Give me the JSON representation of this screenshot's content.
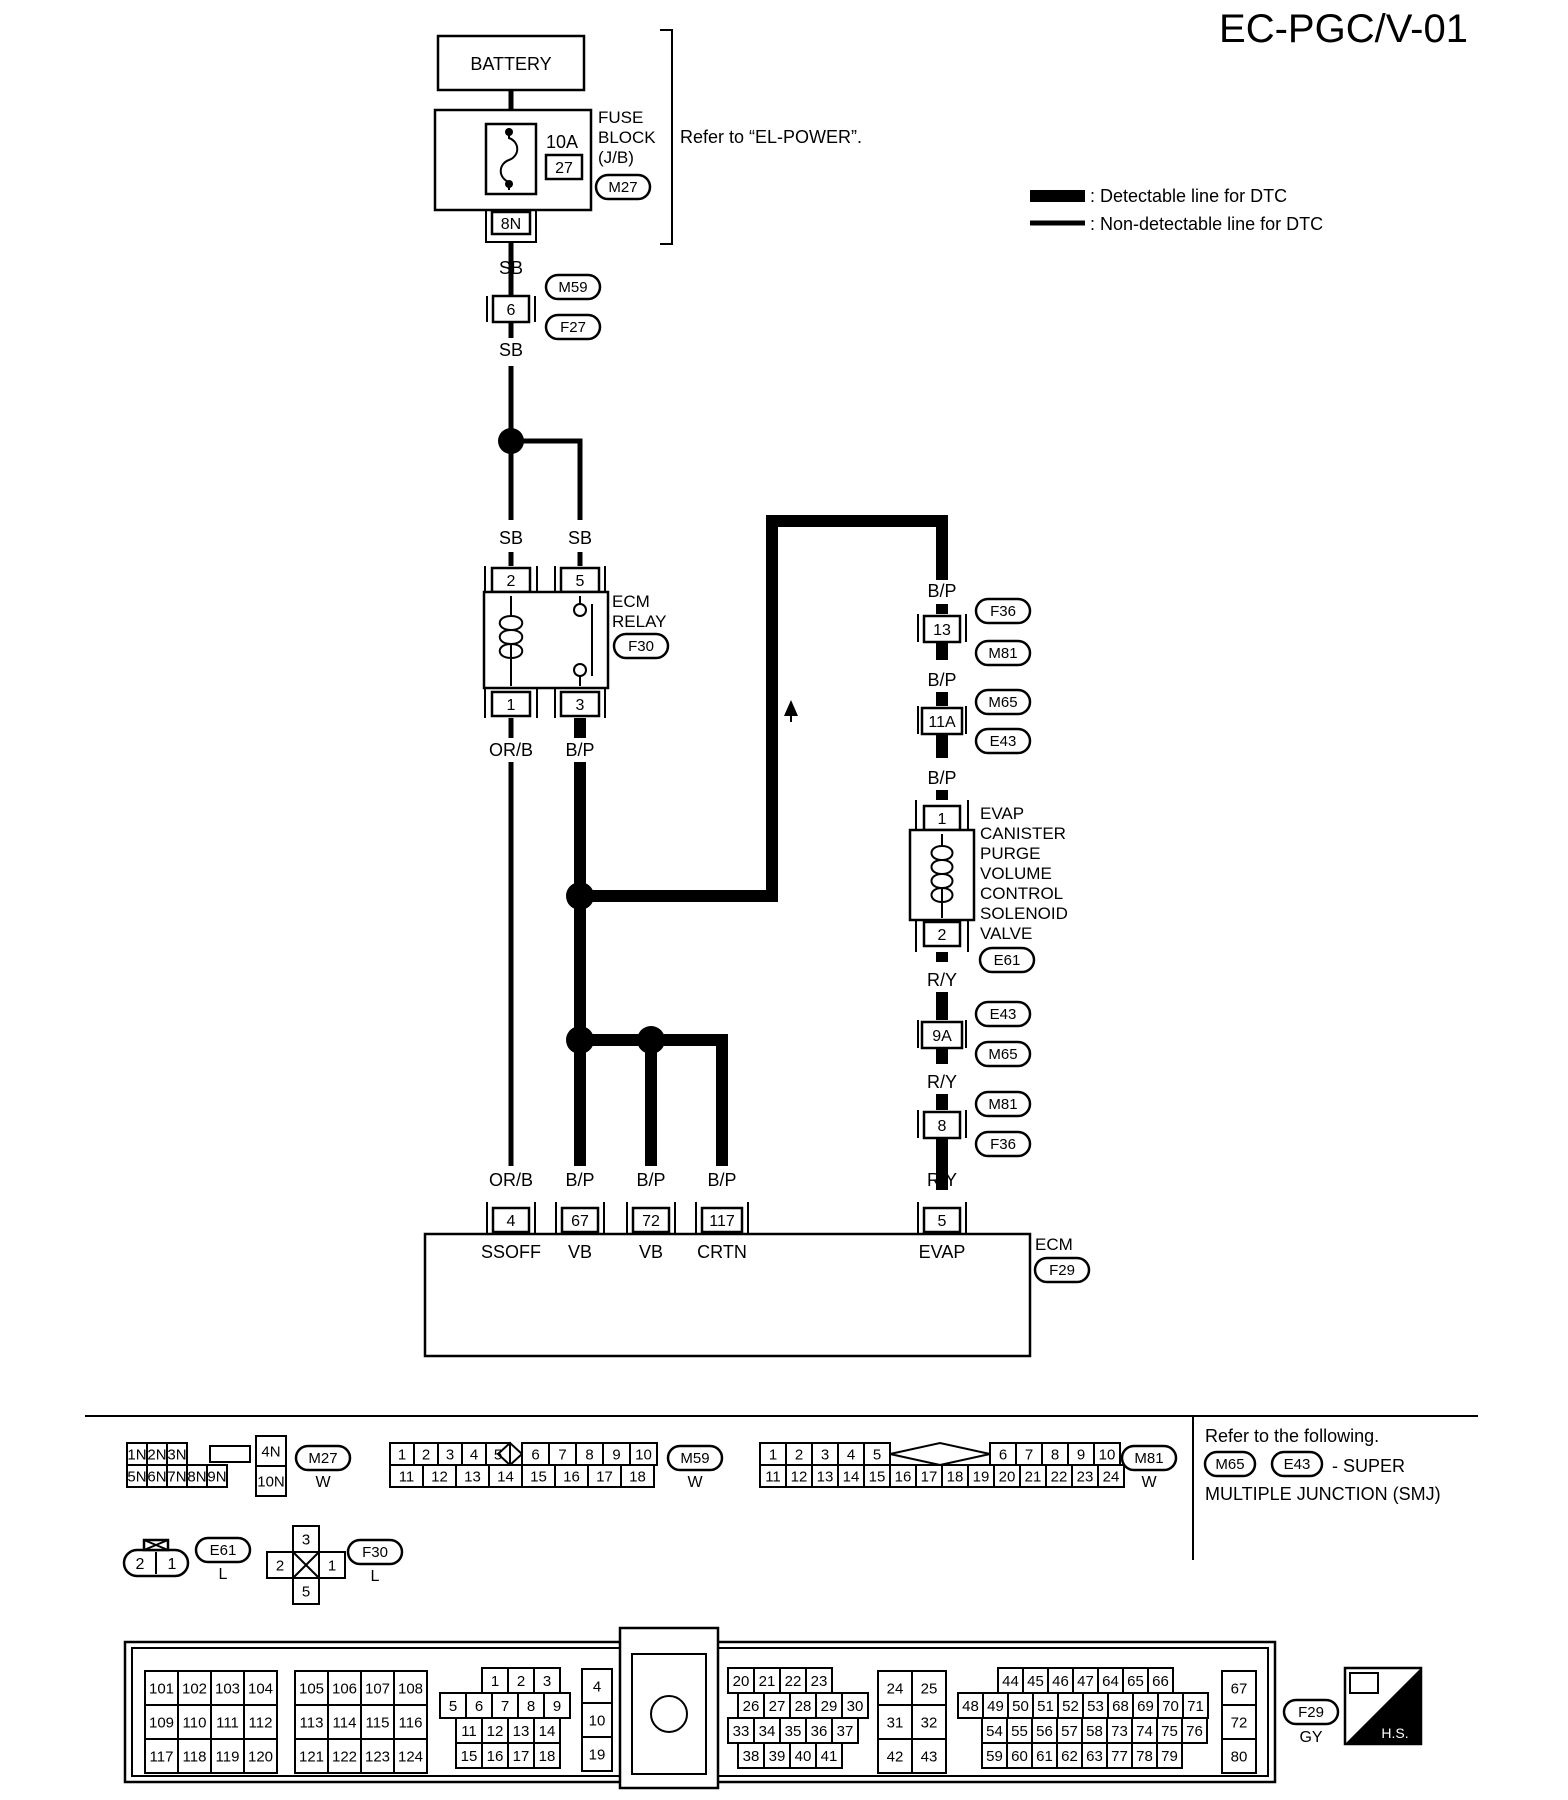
{
  "title": "EC-PGC/V-01",
  "legend": {
    "detectable": ": Detectable line for DTC",
    "nondetectable": ": Non-detectable line for DTC"
  },
  "battery": "BATTERY",
  "fuse": {
    "rating": "10A",
    "number": "27",
    "name_lines": [
      "FUSE",
      "BLOCK",
      "(J/B)"
    ],
    "connector": "M27",
    "terminal": "8N",
    "refer": "Refer to “EL-POWER”."
  },
  "wire_colors": {
    "sb": "SB",
    "orb": "OR/B",
    "bp": "B/P",
    "ry": "R/Y"
  },
  "joints": {
    "m59_f27": {
      "pin": "6",
      "c1": "M59",
      "c2": "F27"
    },
    "f36_m81": {
      "pin": "13",
      "c1": "F36",
      "c2": "M81"
    },
    "m65_e43": {
      "pin": "11A",
      "c1": "M65",
      "c2": "E43"
    },
    "e43_m65": {
      "pin": "9A",
      "c1": "E43",
      "c2": "M65"
    },
    "m81_f36": {
      "pin": "8",
      "c1": "M81",
      "c2": "F36"
    }
  },
  "ecm_relay": {
    "name_lines": [
      "ECM",
      "RELAY"
    ],
    "connector": "F30",
    "pins": {
      "p2": "2",
      "p5": "5",
      "p1": "1",
      "p3": "3"
    }
  },
  "evap_valve": {
    "name_lines": [
      "EVAP",
      "CANISTER",
      "PURGE",
      "VOLUME",
      "CONTROL",
      "SOLENOID",
      "VALVE"
    ],
    "connector": "E61",
    "pins": {
      "p1": "1",
      "p2": "2"
    }
  },
  "ecm": {
    "name": "ECM",
    "connector": "F29",
    "terminals": [
      {
        "pin": "4",
        "name": "SSOFF"
      },
      {
        "pin": "67",
        "name": "VB"
      },
      {
        "pin": "72",
        "name": "VB"
      },
      {
        "pin": "117",
        "name": "CRTN"
      },
      {
        "pin": "5",
        "name": "EVAP"
      }
    ]
  },
  "connector_views": {
    "m27": {
      "id": "M27",
      "color": "W",
      "row1": [
        "1N",
        "2N",
        "3N"
      ],
      "row2": [
        "5N",
        "6N",
        "7N",
        "8N",
        "9N"
      ],
      "side_top": "4N",
      "side_bottom": "10N"
    },
    "m59": {
      "id": "M59",
      "color": "W",
      "row1": [
        "1",
        "2",
        "3",
        "4",
        "5",
        "6",
        "7",
        "8",
        "9",
        "10"
      ],
      "row2": [
        "11",
        "12",
        "13",
        "14",
        "15",
        "16",
        "17",
        "18"
      ]
    },
    "m81": {
      "id": "M81",
      "color": "W",
      "row1": [
        "1",
        "2",
        "3",
        "4",
        "5",
        "6",
        "7",
        "8",
        "9",
        "10"
      ],
      "row2": [
        "11",
        "12",
        "13",
        "14",
        "15",
        "16",
        "17",
        "18",
        "19",
        "20",
        "21",
        "22",
        "23",
        "24"
      ]
    },
    "e61": {
      "id": "E61",
      "color": "L",
      "pins": [
        "2",
        "1"
      ]
    },
    "f30": {
      "id": "F30",
      "color": "L",
      "pins": {
        "top": "3",
        "left": "2",
        "right": "1",
        "bottom": "5"
      }
    },
    "f29": {
      "id": "F29",
      "color": "GY",
      "hs": "H.S.",
      "block1": [
        [
          "101",
          "102",
          "103",
          "104"
        ],
        [
          "109",
          "110",
          "111",
          "112"
        ],
        [
          "117",
          "118",
          "119",
          "120"
        ]
      ],
      "block2": [
        [
          "105",
          "106",
          "107",
          "108"
        ],
        [
          "113",
          "114",
          "115",
          "116"
        ],
        [
          "121",
          "122",
          "123",
          "124"
        ]
      ],
      "block3": [
        [
          "1",
          "2",
          "3"
        ],
        [
          "5",
          "6",
          "7",
          "8",
          "9"
        ],
        [
          "11",
          "12",
          "13",
          "14"
        ],
        [
          "15",
          "16",
          "17",
          "18"
        ]
      ],
      "block4": [
        "4",
        "10",
        "19"
      ],
      "block5": [
        [
          "20",
          "21",
          "22",
          "23"
        ],
        [
          "26",
          "27",
          "28",
          "29",
          "30"
        ],
        [
          "33",
          "34",
          "35",
          "36",
          "37"
        ],
        [
          "38",
          "39",
          "40",
          "41"
        ]
      ],
      "block6": [
        [
          "24",
          "25"
        ],
        [
          "31",
          "32"
        ],
        [
          "42",
          "43"
        ]
      ],
      "block7": [
        [
          "44",
          "45",
          "46",
          "47",
          "64",
          "65",
          "66"
        ],
        [
          "48",
          "49",
          "50",
          "51",
          "52",
          "53",
          "68",
          "69",
          "70",
          "71"
        ],
        [
          "54",
          "55",
          "56",
          "57",
          "58",
          "73",
          "74",
          "75",
          "76"
        ],
        [
          "59",
          "60",
          "61",
          "62",
          "63",
          "77",
          "78",
          "79"
        ]
      ],
      "block8": [
        "67",
        "72",
        "80"
      ]
    }
  },
  "smj_note": {
    "line1": "Refer to the following.",
    "c1": "M65",
    "c2": "E43",
    "dash": "- SUPER",
    "line3": "MULTIPLE JUNCTION (SMJ)"
  }
}
